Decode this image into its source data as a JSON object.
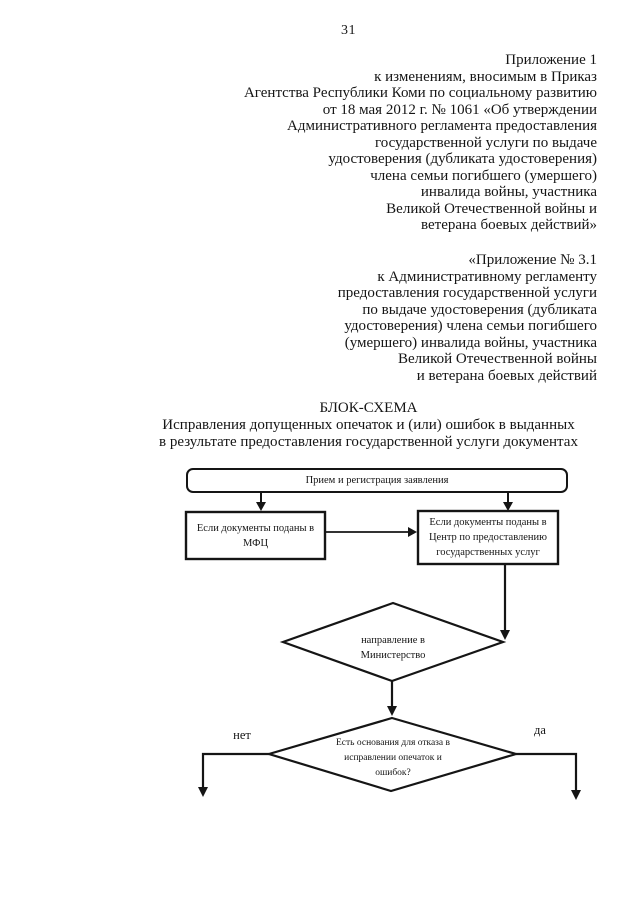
{
  "page": {
    "number": "31"
  },
  "header": {
    "appendix1_lines": [
      "Приложение 1",
      "к изменениям, вносимым в Приказ",
      "Агентства Республики Коми по социальному развитию",
      "от 18 мая 2012 г. № 1061 «Об утверждении",
      "Административного регламента предоставления",
      "государственной услуги по выдаче",
      "удостоверения (дубликата удостоверения)",
      "члена семьи погибшего (умершего)",
      "инвалида войны, участника",
      "Великой Отечественной войны и",
      "ветерана боевых действий»"
    ],
    "appendix31_lines": [
      "«Приложение № 3.1",
      "к Административному регламенту",
      "предоставления государственной услуги",
      "по выдаче удостоверения (дубликата",
      "удостоверения) члена семьи погибшего",
      "(умершего) инвалида войны, участника",
      "Великой Отечественной войны",
      "и ветерана боевых действий"
    ]
  },
  "title": {
    "heading": "БЛОК-СХЕМА",
    "subtitle_lines": [
      "Исправления допущенных опечаток и (или) ошибок в выданных",
      "в результате предоставления государственной услуги документах"
    ]
  },
  "flowchart": {
    "start_box": "Прием и регистрация заявления",
    "mfc_box_lines": [
      "Если документы поданы в",
      "МФЦ"
    ],
    "center_box_lines": [
      "Если документы поданы в",
      "Центр по предоставлению",
      "государственных услуг"
    ],
    "ministry_diamond_lines": [
      "направление в",
      "Министерство"
    ],
    "decision_diamond_lines": [
      "Есть основания для отказа в",
      "исправлении опечаток и",
      "ошибок?"
    ],
    "no_label": "нет",
    "yes_label": "да"
  },
  "colors": {
    "ink": "#151515",
    "paper": "#ffffff"
  }
}
